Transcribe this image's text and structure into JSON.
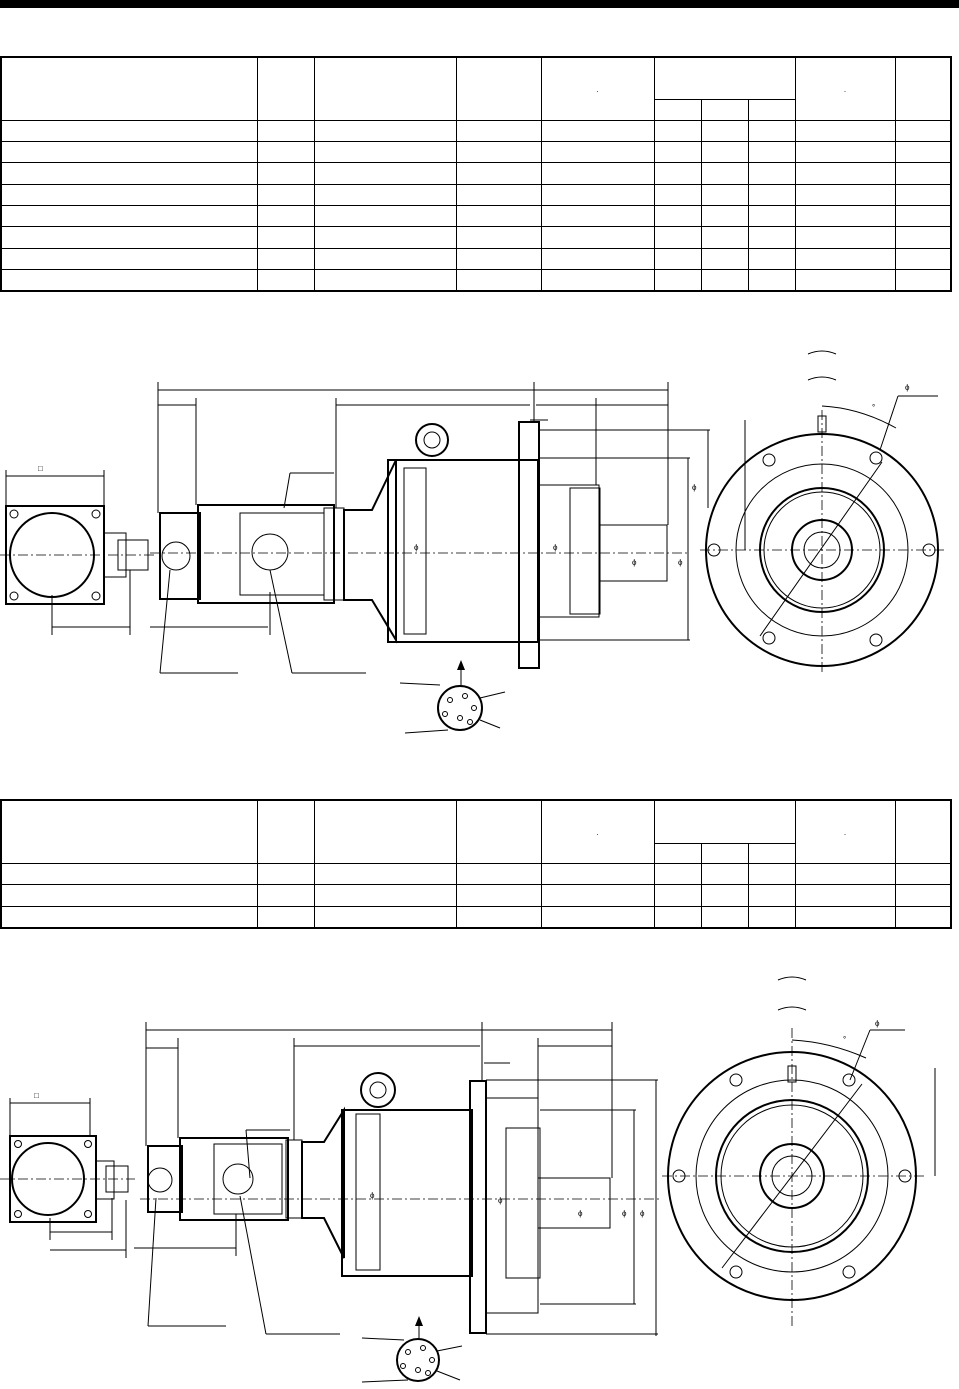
{
  "table1": {
    "header_dots": [
      ".",
      "."
    ],
    "row_count": 8
  },
  "table2": {
    "header_dots": [
      ".",
      "."
    ],
    "row_count": 3
  },
  "drawing1": {
    "square_symbol": "□",
    "phi_symbol": "ϕ",
    "dia_marks": [
      "ϕ",
      "ϕ",
      "ϕ",
      "ϕ",
      "ϕ"
    ],
    "degree_mark": "°"
  },
  "drawing2": {
    "square_symbol": "□",
    "phi_symbol": "ϕ",
    "dia_marks": [
      "ϕ",
      "ϕ",
      "ϕ",
      "ϕ",
      "ϕ"
    ],
    "degree_mark": "°"
  }
}
